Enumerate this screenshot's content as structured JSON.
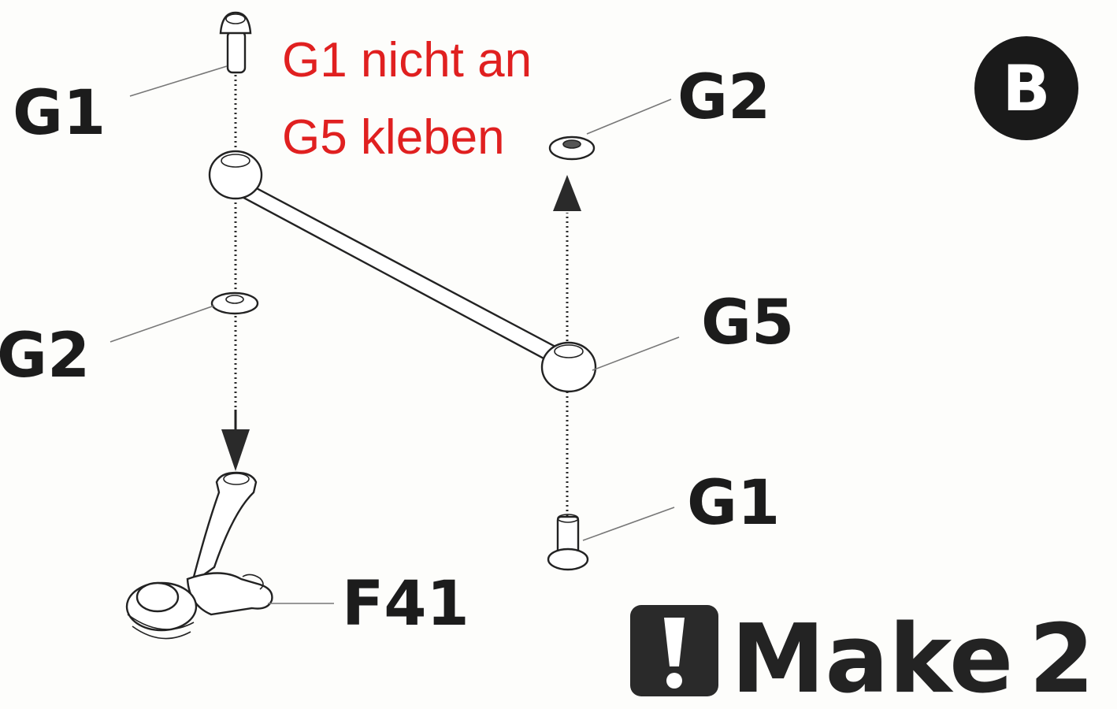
{
  "step_badge": "B",
  "note": {
    "line1": "G1 nicht an",
    "line2": "G5 kleben",
    "color": "#e02020"
  },
  "labels": {
    "g1_top": "G1",
    "g2_top": "G2",
    "g2_left": "G2",
    "g5": "G5",
    "g1_bottom": "G1",
    "f41": "F41"
  },
  "make": {
    "icon": "exclamation-icon",
    "label": "Make",
    "count": "2"
  }
}
